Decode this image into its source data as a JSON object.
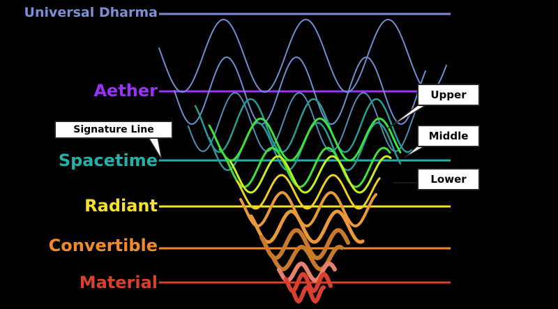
{
  "levels": [
    {
      "key": "universal-dharma",
      "label": "Universal Dharma",
      "color": "#7b8fd8"
    },
    {
      "key": "aether",
      "label": "Aether",
      "color": "#9b30ff"
    },
    {
      "key": "spacetime",
      "label": "Spacetime",
      "color": "#20b2aa"
    },
    {
      "key": "radiant",
      "label": "Radiant",
      "color": "#f5e02a"
    },
    {
      "key": "convertible",
      "label": "Convertible",
      "color": "#f08c28"
    },
    {
      "key": "material",
      "label": "Material",
      "color": "#d9412a"
    }
  ],
  "callouts": {
    "signature_line": "Signature Line",
    "upper": "Upper",
    "middle": "Middle",
    "lower": "Lower"
  },
  "wave_colors": {
    "upper": "#6e8fd0",
    "upper_mid": "#4f8fb8",
    "teal": "#2a9b96",
    "middle": "#3fe23a",
    "lower": "#c8f01e",
    "radiant": "#f0d020",
    "orange": "#e89a3a",
    "deep_orange": "#c87a2a",
    "salmon": "#e88070",
    "red": "#d94030"
  }
}
